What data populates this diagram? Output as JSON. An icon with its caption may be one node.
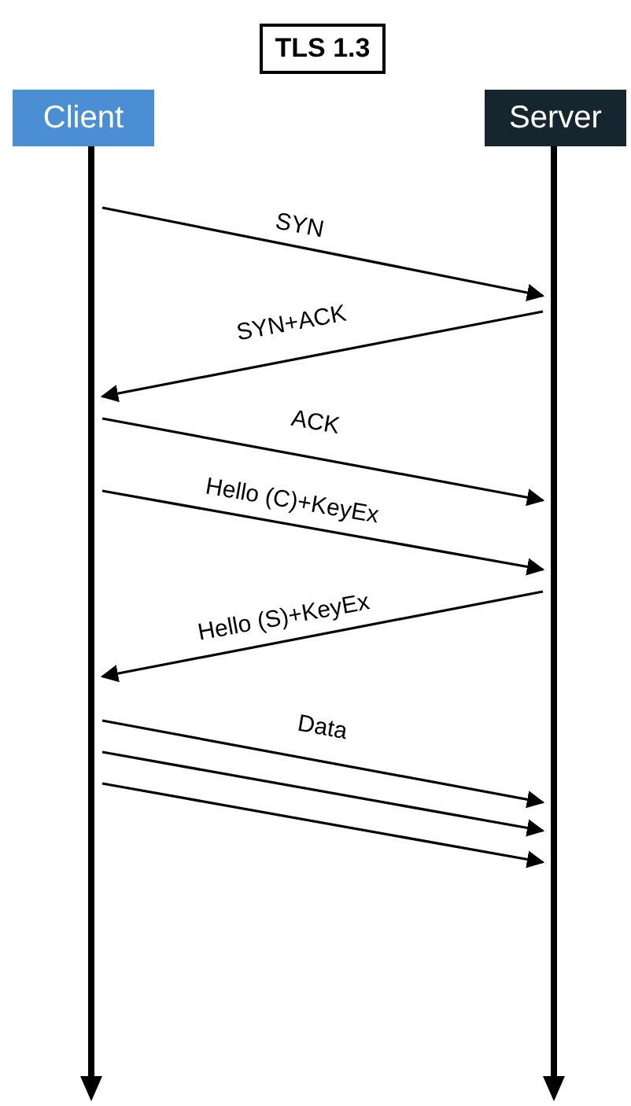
{
  "diagram": {
    "title": "TLS 1.3",
    "nodes": [
      {
        "text": [
          "Client"
        ]
      },
      {
        "text": [
          "Server"
        ]
      },
      {
        "text": [],
        "shape": "bar"
      },
      {
        "text": [],
        "shape": "bar"
      }
    ],
    "edges": [
      {
        "from": 2,
        "to": 3,
        "arrow": "to",
        "label": "SYN"
      },
      {
        "from": 3,
        "to": 2,
        "arrow": "to",
        "label": "SYN+ACK"
      },
      {
        "from": 2,
        "to": 3,
        "arrow": "to",
        "label": "ACK"
      },
      {
        "from": 2,
        "to": 3,
        "arrow": "to",
        "label": "Hello (C)+KeyEx"
      },
      {
        "from": 3,
        "to": 2,
        "arrow": "to",
        "label": "Hello (S)+KeyEx"
      },
      {
        "from": 2,
        "to": 3,
        "arrow": "to",
        "label": "Data"
      },
      {
        "from": 2,
        "to": 3,
        "arrow": "to"
      },
      {
        "from": 2,
        "to": 3,
        "arrow": "to"
      }
    ]
  }
}
